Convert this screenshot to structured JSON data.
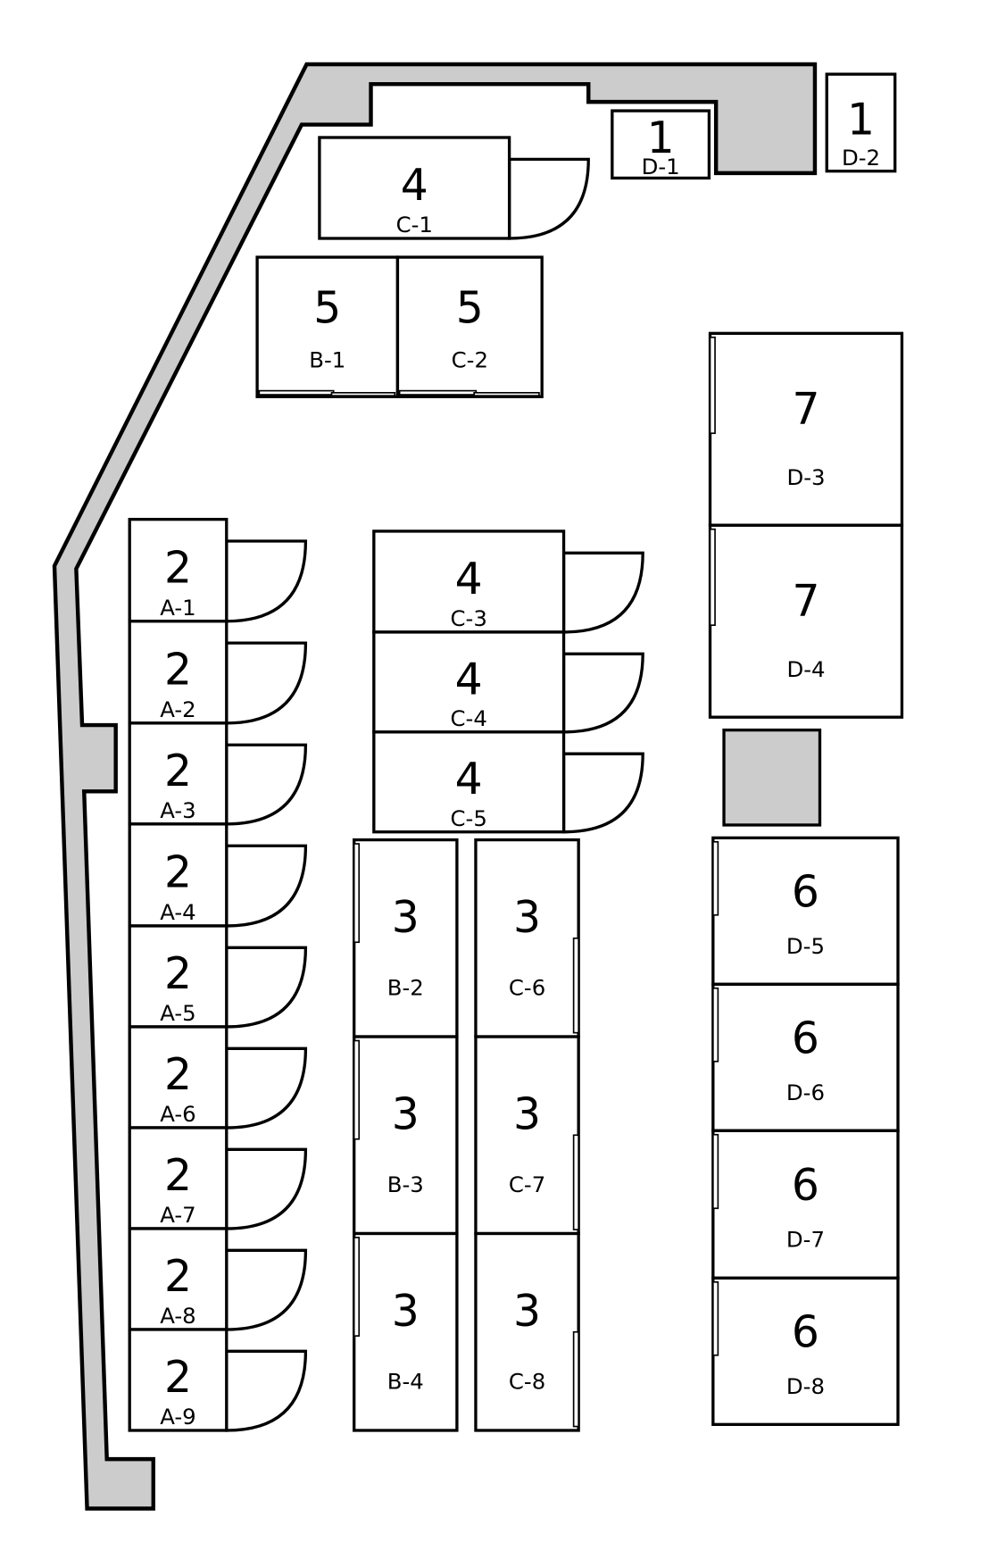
{
  "rooms": [
    {
      "id": "D-2",
      "capacity": "1"
    },
    {
      "id": "D-1",
      "capacity": "1"
    },
    {
      "id": "C-1",
      "capacity": "4"
    },
    {
      "id": "B-1",
      "capacity": "5"
    },
    {
      "id": "C-2",
      "capacity": "5"
    },
    {
      "id": "D-3",
      "capacity": "7"
    },
    {
      "id": "D-4",
      "capacity": "7"
    },
    {
      "id": "A-1",
      "capacity": "2"
    },
    {
      "id": "A-2",
      "capacity": "2"
    },
    {
      "id": "A-3",
      "capacity": "2"
    },
    {
      "id": "A-4",
      "capacity": "2"
    },
    {
      "id": "A-5",
      "capacity": "2"
    },
    {
      "id": "A-6",
      "capacity": "2"
    },
    {
      "id": "A-7",
      "capacity": "2"
    },
    {
      "id": "A-8",
      "capacity": "2"
    },
    {
      "id": "A-9",
      "capacity": "2"
    },
    {
      "id": "C-3",
      "capacity": "4"
    },
    {
      "id": "C-4",
      "capacity": "4"
    },
    {
      "id": "C-5",
      "capacity": "4"
    },
    {
      "id": "B-2",
      "capacity": "3"
    },
    {
      "id": "B-3",
      "capacity": "3"
    },
    {
      "id": "B-4",
      "capacity": "3"
    },
    {
      "id": "C-6",
      "capacity": "3"
    },
    {
      "id": "C-7",
      "capacity": "3"
    },
    {
      "id": "C-8",
      "capacity": "3"
    },
    {
      "id": "D-5",
      "capacity": "6"
    },
    {
      "id": "D-6",
      "capacity": "6"
    },
    {
      "id": "D-7",
      "capacity": "6"
    },
    {
      "id": "D-8",
      "capacity": "6"
    }
  ],
  "colors": {
    "wall": "#cccccc",
    "line": "#000000",
    "room": "#ffffff"
  }
}
